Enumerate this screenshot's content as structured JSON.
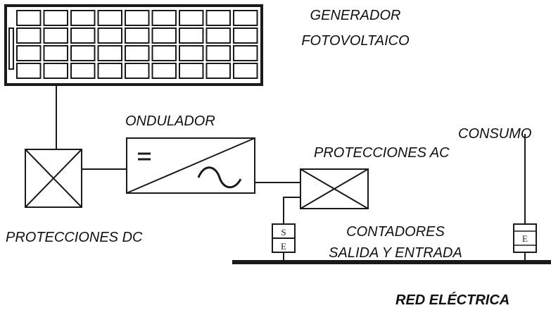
{
  "labels": {
    "generator_line1": "GENERADOR",
    "generator_line2": "FOTOVOLTAICO",
    "inverter": "ONDULADOR",
    "consumption": "CONSUMO",
    "ac_protections": "PROTECCIONES AC",
    "dc_protections": "PROTECCIONES DC",
    "meters_line1": "CONTADORES",
    "meters_line2": "SALIDA Y ENTRADA",
    "grid": "RED ELÉCTRICA"
  },
  "meters": {
    "out_top": "S",
    "out_bottom": "E",
    "consumption": "E"
  },
  "inverter_symbols": {
    "dc": "=",
    "ac": "~"
  },
  "colors": {
    "line": "#1a1a1a",
    "text": "#111111",
    "background": "#ffffff"
  }
}
